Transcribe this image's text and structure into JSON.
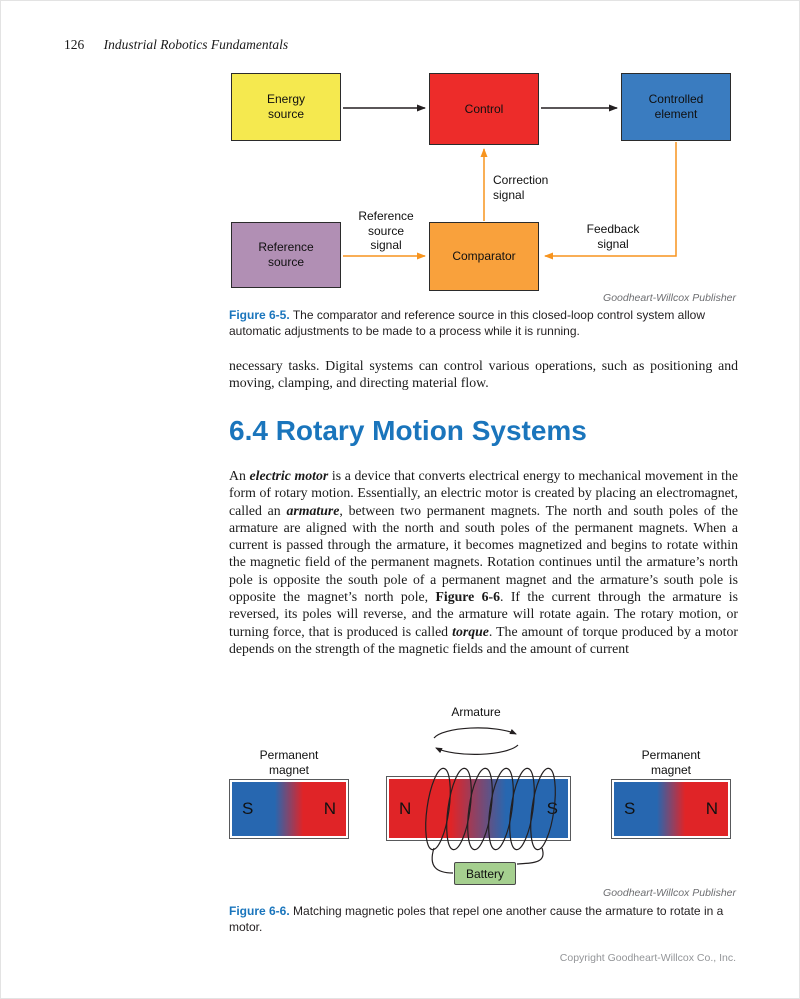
{
  "colors": {
    "accent_blue": "#1a75bc",
    "arrow_orange": "#f7941e",
    "box_yellow": "#f5e94f",
    "box_red": "#ed2c2a",
    "box_blue": "#3a7cc0",
    "box_mauve": "#b18fb4",
    "box_orange": "#f9a13c",
    "magnet_blue": "#2767b0",
    "magnet_red": "#e02427",
    "battery_green": "#a5cf8f"
  },
  "header": {
    "page_number": "126",
    "book_title": "Industrial Robotics Fundamentals"
  },
  "figure5": {
    "boxes": {
      "energy_source": "Energy\nsource",
      "control": "Control",
      "controlled_element": "Controlled\nelement",
      "reference_source": "Reference\nsource",
      "comparator": "Comparator"
    },
    "signals": {
      "reference": "Reference\nsource\nsignal",
      "correction": "Correction\nsignal",
      "feedback": "Feedback\nsignal"
    },
    "credit": "Goodheart-Willcox Publisher",
    "caption_label": "Figure 6-5.",
    "caption_text": "The comparator and reference source in this closed-loop control system allow automatic adjustments to be made to a process while it is running."
  },
  "body": {
    "para1": "necessary tasks. Digital systems can control various operations, such as positioning and moving, clamping, and directing material flow.",
    "heading": "6.4 Rotary Motion Systems",
    "para2": {
      "s0": "An ",
      "s1": "electric motor",
      "s2": " is a device that converts electrical energy to mechanical movement in the form of rotary motion. Essentially, an electric motor is created by placing an electromagnet, called an ",
      "s3": "armature",
      "s4": ", between two permanent magnets. The north and south poles of the armature are aligned with the north and south poles of the permanent magnets. When a current is passed through the armature, it becomes magnetized and begins to rotate within the magnetic field of the permanent magnets. Rotation continues until the armature’s north pole is opposite the south pole of a permanent magnet and the armature’s south pole is opposite the magnet’s north pole, ",
      "s5": "Figure 6-6",
      "s6": ". If the current through the armature is reversed, its poles will reverse, and the armature will rotate again. The rotary motion, or turning force, that is produced is called ",
      "s7": "torque",
      "s8": ". The amount of torque produced by a motor depends on the strength of the magnetic fields and the amount of current"
    }
  },
  "figure6": {
    "armature_label": "Armature",
    "left_magnet_label": "Permanent\nmagnet",
    "right_magnet_label": "Permanent\nmagnet",
    "battery_label": "Battery",
    "poles": {
      "left_magnet": {
        "left": "S",
        "right": "N"
      },
      "armature": {
        "left": "N",
        "right": "S"
      },
      "right_magnet": {
        "left": "S",
        "right": "N"
      }
    },
    "credit": "Goodheart-Willcox Publisher",
    "caption_label": "Figure 6-6.",
    "caption_text": "Matching magnetic poles that repel one another cause the armature to rotate in a motor."
  },
  "footer": {
    "copyright": "Copyright Goodheart-Willcox Co., Inc."
  }
}
